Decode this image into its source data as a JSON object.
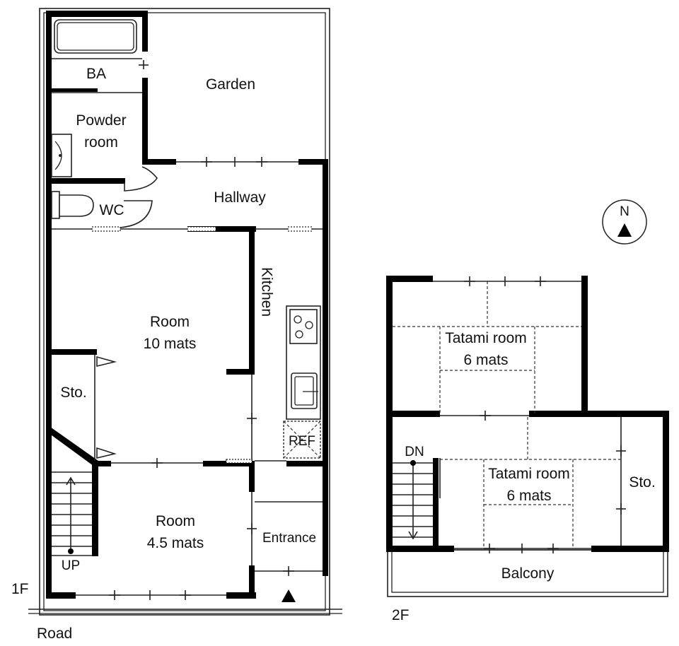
{
  "floor1": {
    "label": "1F",
    "rooms": {
      "ba": "BA",
      "garden": "Garden",
      "powder_l1": "Powder",
      "powder_l2": "room",
      "hallway": "Hallway",
      "wc": "WC",
      "kitchen": "Kitchen",
      "room10_l1": "Room",
      "room10_l2": "10 mats",
      "storage": "Sto.",
      "ref": "REF",
      "room45_l1": "Room",
      "room45_l2": "4.5 mats",
      "entrance": "Entrance",
      "stairs_up": "UP"
    }
  },
  "floor2": {
    "label": "2F",
    "rooms": {
      "tatami_a_l1": "Tatami room",
      "tatami_a_l2": "6 mats",
      "tatami_b_l1": "Tatami room",
      "tatami_b_l2": "6 mats",
      "storage": "Sto.",
      "stairs_down": "DN",
      "balcony": "Balcony"
    }
  },
  "compass": {
    "north_label": "N"
  },
  "road_label": "Road"
}
